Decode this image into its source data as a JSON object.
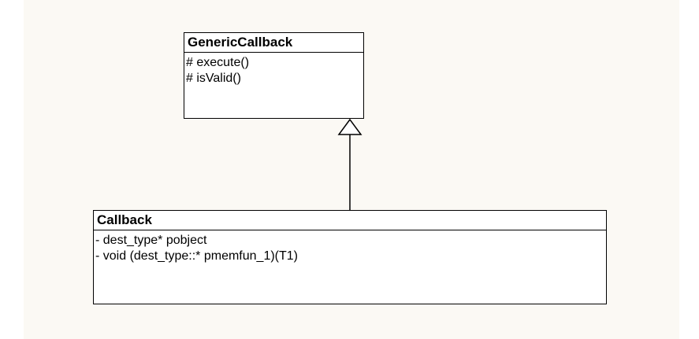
{
  "diagram": {
    "classes": [
      {
        "id": "generic",
        "name": "GenericCallback",
        "members": [
          "# execute()",
          "# isValid()"
        ]
      },
      {
        "id": "callback",
        "name": "Callback",
        "members": [
          "- dest_type* pobject",
          "- void (dest_type::* pmemfun_1)(T1)"
        ]
      }
    ],
    "relationships": [
      {
        "type": "generalization",
        "from": "Callback",
        "to": "GenericCallback"
      }
    ]
  }
}
